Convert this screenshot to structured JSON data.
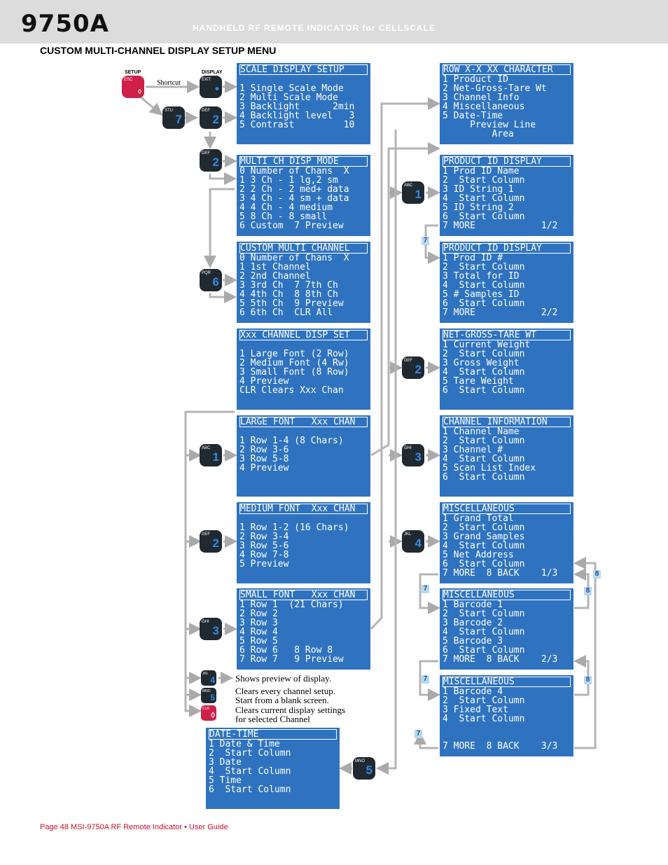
{
  "header": {
    "model": "9750A",
    "subtitle": "HANDHELD RF REMOTE INDICATOR for CELLSCALE"
  },
  "section_title": "CUSTOM MULTI-CHANNEL DISPLAY SETUP MENU",
  "top_keys": {
    "setup_label": "SETUP",
    "display_label": "DISPLAY",
    "shortcut": "Shortcut"
  },
  "keys": {
    "esc": {
      "legend": "ESC",
      "digit": "◊"
    },
    "exit": {
      "legend": "EXIT",
      "digit": "•"
    },
    "stu7": {
      "legend": "STU",
      "digit": "7"
    },
    "def2a": {
      "legend": "DEF",
      "digit": "2"
    },
    "def2b": {
      "legend": "DEF",
      "digit": "2"
    },
    "pqr6": {
      "legend": "PQR",
      "digit": "6"
    },
    "abc1": {
      "legend": "ABC",
      "digit": "1"
    },
    "def2c": {
      "legend": "DEF",
      "digit": "2"
    },
    "ghi3": {
      "legend": "GHI",
      "digit": "3"
    },
    "jkl4": {
      "legend": "JKL",
      "digit": "4"
    },
    "mno5": {
      "legend": "MNO",
      "digit": "5"
    },
    "clr": {
      "legend": "CLR",
      "digit": "◊"
    },
    "mno5b": {
      "legend": "MNO",
      "digit": "5"
    },
    "abc1r": {
      "legend": "ABC",
      "digit": "1"
    },
    "def2r": {
      "legend": "DEF",
      "digit": "2"
    },
    "ghi3r": {
      "legend": "GHI",
      "digit": "3"
    },
    "jkl4r": {
      "legend": "JKL",
      "digit": "4"
    }
  },
  "notes": {
    "preview": "Shows preview of display.",
    "clear_all": "Clears every channel setup.\nStart from a blank screen.",
    "clear_current": "Clears current display settings\nfor selected Channel"
  },
  "screens": {
    "scale_display_setup": {
      "title": "SCALE DISPLAY SETUP",
      "lines": [
        "",
        "1 Single Scale Mode",
        "2 Multi Scale Mode",
        "3 Backlight      2min",
        "4 Backlight level   3",
        "5 Contrast         10"
      ]
    },
    "multi_ch_disp_mode": {
      "title": "MULTI CH DISP MODE",
      "lines": [
        "0 Number of Chans  X",
        "1 3 Ch - 1 lg,2 sm",
        "2 2 Ch - 2 med+ data",
        "3 4 Ch - 4 sm + data",
        "4 4 Ch - 4 medium",
        "5 8 Ch - 8 small",
        "6 Custom  7 Preview"
      ]
    },
    "custom_multi_channel": {
      "title": "CUSTOM MULTI CHANNEL",
      "lines": [
        "0 Number of Chans  X",
        "1 1st Channel",
        "2 2nd Channel",
        "3 3rd Ch  7 7th Ch",
        "4 4th Ch  8 8th Ch",
        "5 5th Ch  9 Preview",
        "6 6th Ch  CLR All"
      ]
    },
    "xxx_channel_disp_set": {
      "title": "Xxx CHANNEL DISP SET",
      "lines": [
        "",
        "1 Large Font (2 Row)",
        "2 Medium Font (4 Rw)",
        "3 Small Font (8 Row)",
        "4 Preview",
        "CLR Clears Xxx Chan"
      ]
    },
    "large_font": {
      "title": "LARGE FONT   Xxx CHAN",
      "lines": [
        "",
        "1 Row 1-4 (8 Chars)",
        "2 Row 3-6",
        "3 Row 5-8",
        "4 Preview"
      ]
    },
    "medium_font": {
      "title": "MEDIUM FONT  Xxx CHAN",
      "lines": [
        "",
        "1 Row 1-2 (16 Chars)",
        "2 Row 3-4",
        "3 Row 5-6",
        "4 Row 7-8",
        "5 Preview"
      ]
    },
    "small_font": {
      "title": "SMALL FONT   Xxx CHAN",
      "lines": [
        "1 Row 1  (21 Chars)",
        "2 Row 2",
        "3 Row 3",
        "4 Row 4",
        "5 Row 5",
        "6 Row 6   8 Row 8",
        "7 Row 7   9 Preview"
      ]
    },
    "date_time": {
      "title": "DATE-TIME",
      "lines": [
        "1 Date & Time",
        "2  Start Column",
        "3 Date",
        "4  Start Column",
        "5 Time",
        "6  Start Column"
      ]
    },
    "row_character": {
      "title": "ROW X-X XX CHARACTER",
      "lines": [
        "1 Product ID",
        "2 Net-Gross-Tare Wt",
        "3 Channel Info",
        "4 Miscellaneous",
        "5 Date-Time",
        "     Preview Line",
        "         Area"
      ]
    },
    "product_id_1": {
      "title": "PRODUCT ID DISPLAY",
      "lines": [
        "1 Prod ID Name",
        "2  Start Column",
        "3 ID String 1",
        "4  Start Column",
        "5 ID String 2",
        "6  Start Column",
        "7 MORE            1/2"
      ]
    },
    "product_id_2": {
      "title": "PRODUCT ID DISPLAY",
      "lines": [
        "1 Prod ID #",
        "2  Start Column",
        "3 Total for ID",
        "4  Start Column",
        "5 # Samples ID",
        "6  Start Column",
        "7 MORE            2/2"
      ]
    },
    "net_gross_tare": {
      "title": "NET-GROSS-TARE WT",
      "lines": [
        "1 Current Weight",
        "2  Start Column",
        "3 Gross Weight",
        "4  Start Column",
        "5 Tare Weight",
        "6  Start Column"
      ]
    },
    "channel_information": {
      "title": "CHANNEL INFORMATION",
      "lines": [
        "1 Channel Name",
        "2  Start Column",
        "3 Channel #",
        "4  Start Column",
        "5 Scan List Index",
        "6  Start Column"
      ]
    },
    "misc_1": {
      "title": "MISCELLANEOUS",
      "lines": [
        "1 Grand Total",
        "2  Start Column",
        "3 Grand Samples",
        "4  Start Column",
        "5 Net Address",
        "6  Start Column",
        "7 MORE  8 BACK    1/3"
      ]
    },
    "misc_2": {
      "title": "MISCELLANEOUS",
      "lines": [
        "1 Barcode 1",
        "2  Start Column",
        "3 Barcode 2",
        "4  Start Column",
        "5 Barcode 3",
        "6  Start Column",
        "7 MORE  8 BACK    2/3"
      ]
    },
    "misc_3": {
      "title": "MISCELLANEOUS",
      "lines": [
        "1 Barcode 4",
        "2  Start Column",
        "3 Fixed Text",
        "4  Start Column",
        "",
        "",
        "7 MORE  8 BACK    3/3"
      ]
    }
  },
  "badges": {
    "seven": "7",
    "eight": "8"
  },
  "footer": "Page 48   MSI-9750A RF Remote Indicator • User Guide",
  "colors": {
    "screen": "#2f73c0",
    "header": "#dcdcdc",
    "accent_red": "#d0204a",
    "footer_red": "#c8102e"
  }
}
